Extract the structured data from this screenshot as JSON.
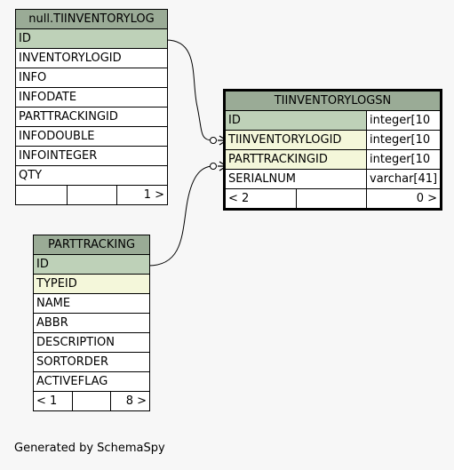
{
  "tables": {
    "inventorylog": {
      "title": "null.TIINVENTORYLOG",
      "columns": [
        "ID",
        "INVENTORYLOGID",
        "INFO",
        "INFODATE",
        "PARTTRACKINGID",
        "INFODOUBLE",
        "INFOINTEGER",
        "QTY"
      ],
      "footer": [
        "",
        "",
        "1 >"
      ]
    },
    "inventorylogsn": {
      "title": "TIINVENTORYLOGSN",
      "columns": [
        {
          "name": "ID",
          "type": "integer[10"
        },
        {
          "name": "TIINVENTORYLOGID",
          "type": "integer[10"
        },
        {
          "name": "PARTTRACKINGID",
          "type": "integer[10"
        },
        {
          "name": "SERIALNUM",
          "type": "varchar[41]"
        }
      ],
      "footer": [
        "< 2",
        "",
        "0 >"
      ]
    },
    "parttracking": {
      "title": "PARTTRACKING",
      "columns": [
        "ID",
        "TYPEID",
        "NAME",
        "ABBR",
        "DESCRIPTION",
        "SORTORDER",
        "ACTIVEFLAG"
      ],
      "footer": [
        "< 1",
        "",
        "8 >"
      ]
    }
  },
  "footer_text": "Generated by SchemaSpy"
}
